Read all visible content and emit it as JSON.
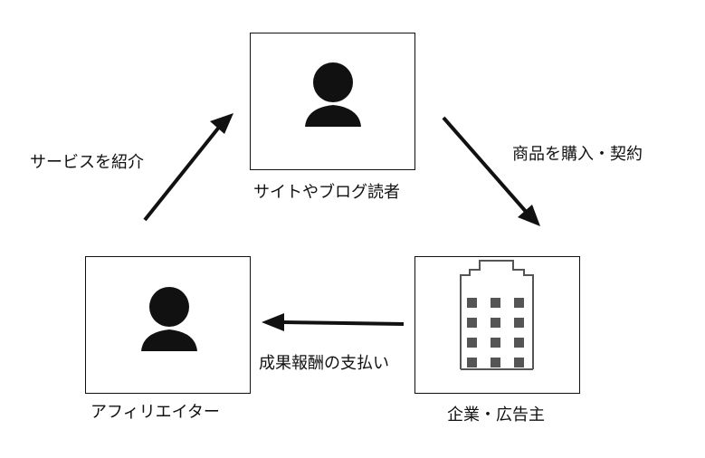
{
  "nodes": {
    "reader": {
      "label": "サイトやブログ読者",
      "icon": "person-icon"
    },
    "company": {
      "label": "企業・広告主",
      "icon": "office-building-icon"
    },
    "affiliate": {
      "label": "アフィリエイター",
      "icon": "person-icon"
    }
  },
  "edges": {
    "affiliate_to_reader": {
      "label": "サービスを紹介"
    },
    "reader_to_company": {
      "label": "商品を購入・契約"
    },
    "company_to_affiliate": {
      "label": "成果報酬の支払い"
    }
  },
  "colors": {
    "stroke": "#111111",
    "background": "#ffffff",
    "building_window": "#555555"
  }
}
